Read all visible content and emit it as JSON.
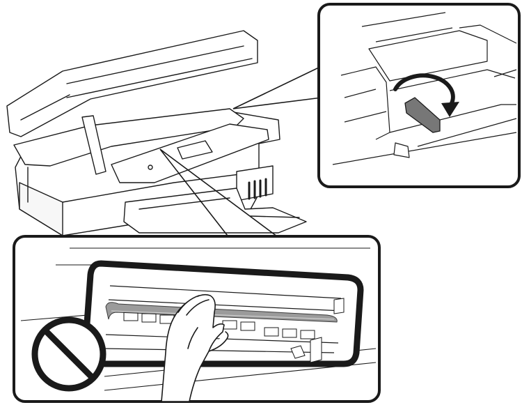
{
  "figure": {
    "panels": [
      {
        "id": "printer-overview",
        "kind": "scanner-unit-opened"
      },
      {
        "id": "detail-top-right",
        "kind": "callout",
        "shows": "lever-rotation"
      },
      {
        "id": "detail-bottom",
        "kind": "callout",
        "shows": "do-not-touch-translucent-cable"
      }
    ],
    "icons": [
      "rotate-arrow-icon",
      "prohibited-icon",
      "hand-icon"
    ],
    "colors": {
      "line": "#1a1a1a",
      "fill": "#ffffff",
      "lever": "#777777",
      "cable": "#8a8a8a",
      "shadow": "#e6e6e6"
    }
  }
}
